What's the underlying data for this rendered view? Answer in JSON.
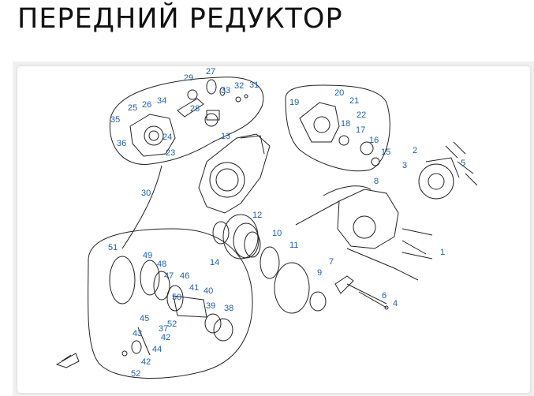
{
  "page": {
    "title": "ПЕРЕДНИЙ РЕДУКТОР"
  },
  "callouts": [
    "1",
    "2",
    "3",
    "4",
    "5",
    "6",
    "7",
    "8",
    "9",
    "10",
    "11",
    "12",
    "13",
    "14",
    "15",
    "16",
    "17",
    "18",
    "19",
    "20",
    "21",
    "22",
    "23",
    "24",
    "25",
    "26",
    "27",
    "28",
    "29",
    "30",
    "31",
    "32",
    "33",
    "34",
    "35",
    "36",
    "37",
    "38",
    "39",
    "40",
    "41",
    "42",
    "43",
    "44",
    "45",
    "46",
    "47",
    "48",
    "49",
    "50",
    "51",
    "52"
  ],
  "colors": {
    "callout": "#1f5fa8",
    "line": "#222222",
    "background": "#ffffff"
  }
}
